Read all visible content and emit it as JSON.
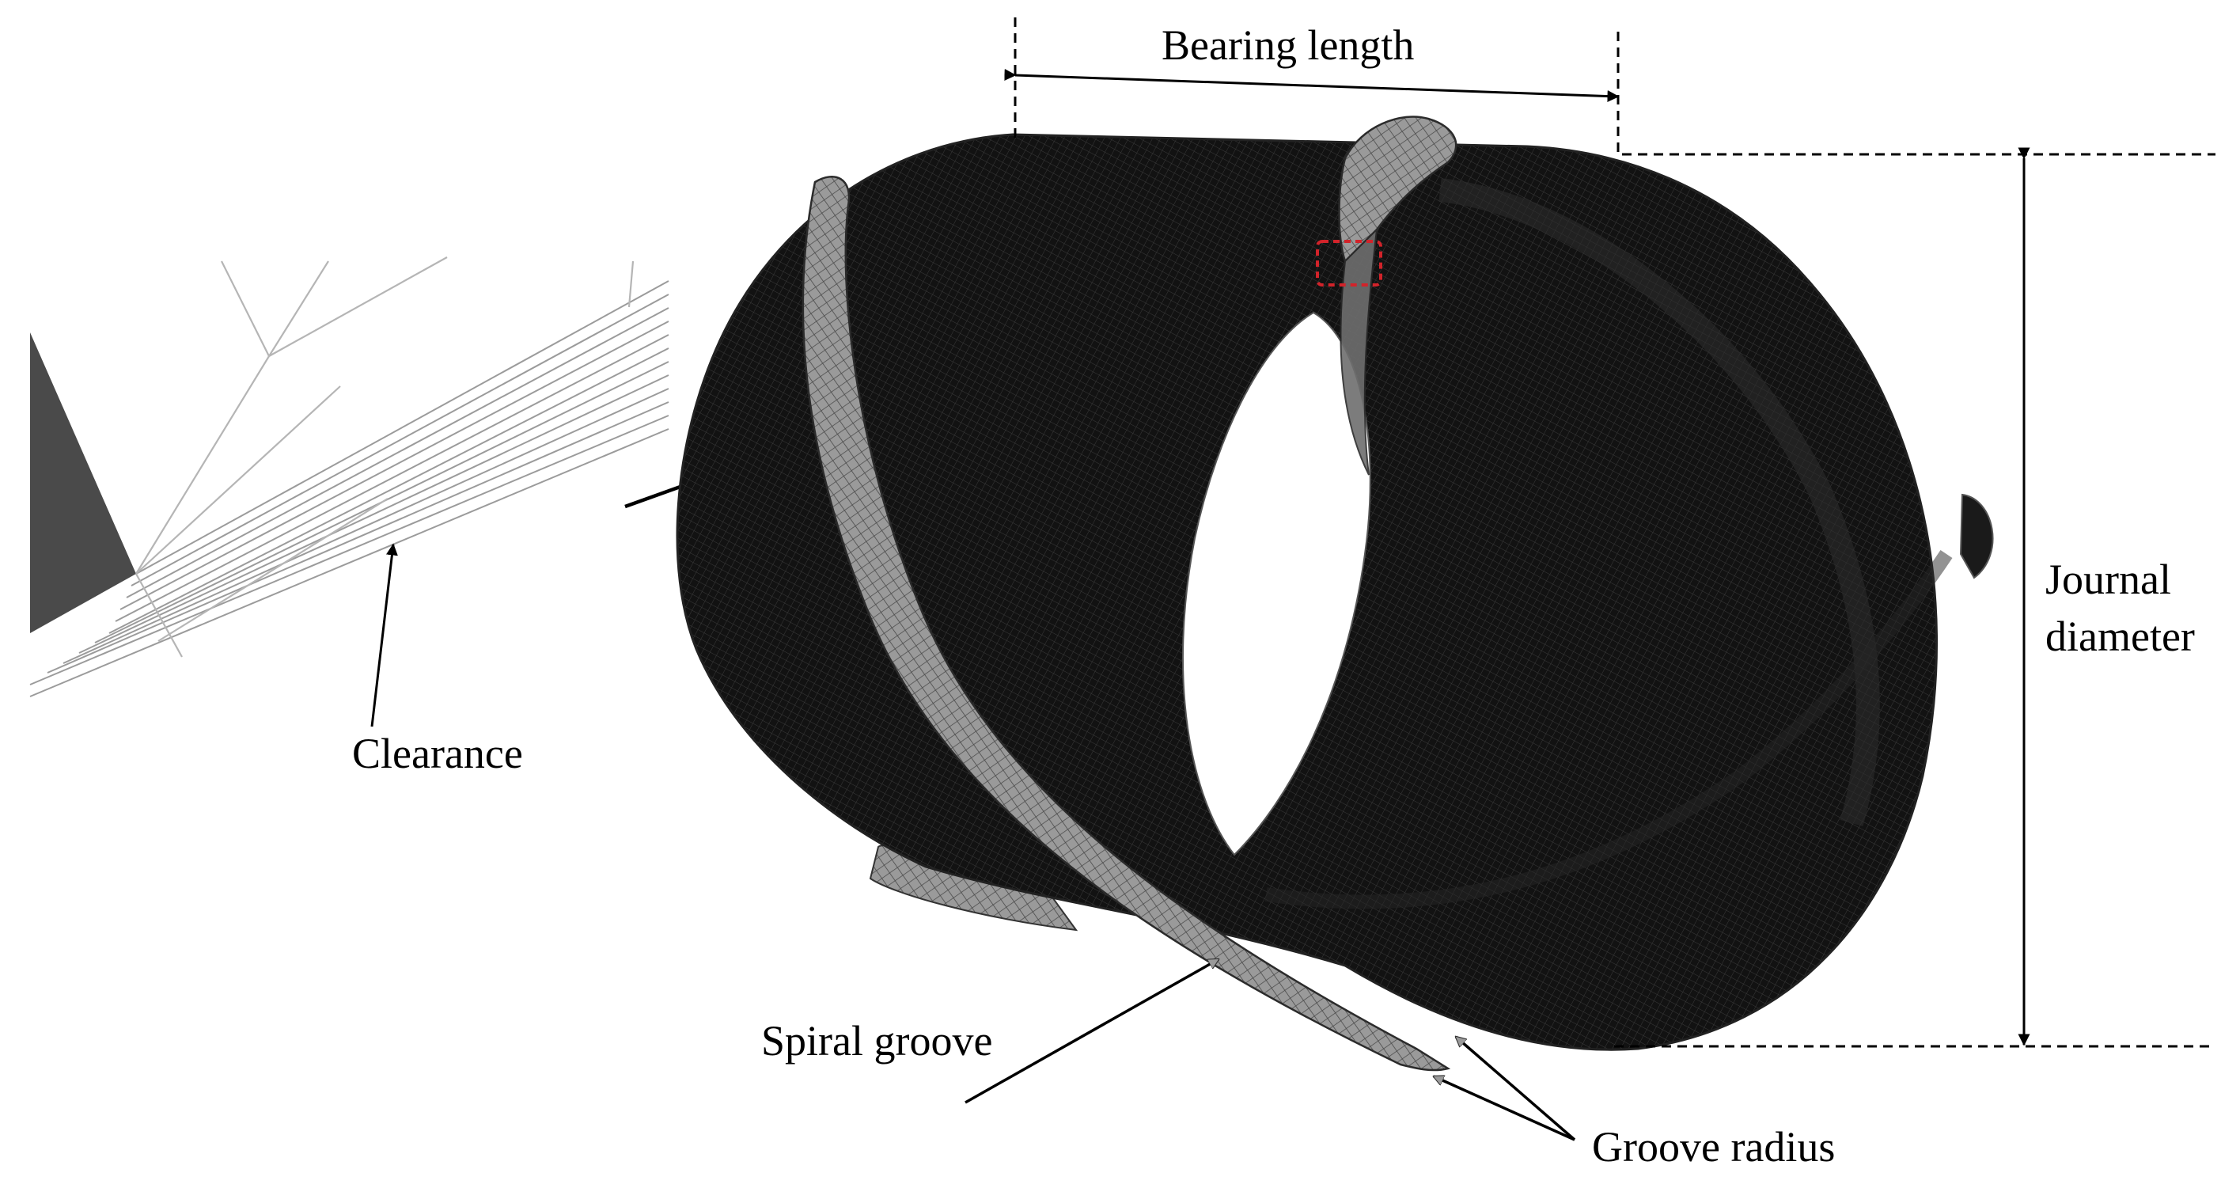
{
  "labels": {
    "bearing_length": "Bearing length",
    "journal_diameter_line1": "Journal",
    "journal_diameter_line2": "diameter",
    "clearance": "Clearance",
    "spiral_groove": "Spiral groove",
    "groove_radius": "Groove radius"
  },
  "colors": {
    "mesh_body": "#111111",
    "groove": "#8f8f8f",
    "highlight_box": "#d2232a",
    "annotation": "#000000"
  },
  "icons": {
    "arrow_head": "arrow-head-icon"
  }
}
